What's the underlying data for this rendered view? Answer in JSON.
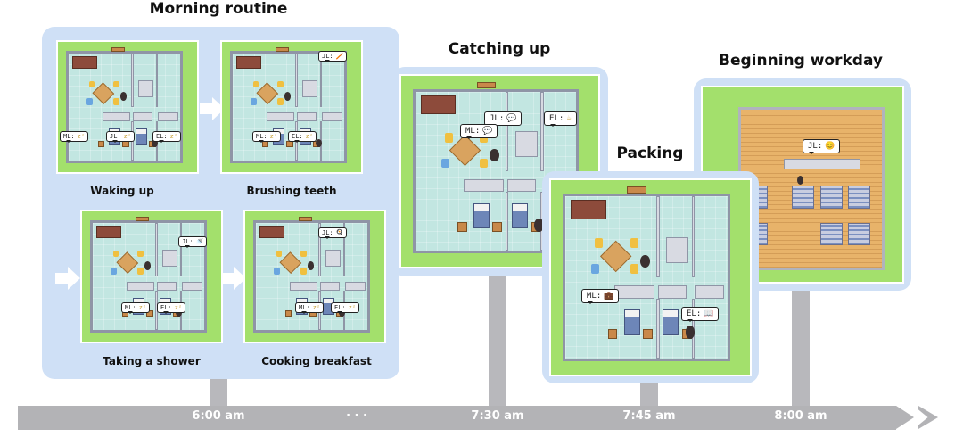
{
  "sections": {
    "morning": {
      "title": "Morning routine",
      "steps": [
        {
          "label": "Waking up",
          "bubbles": [
            {
              "who": "ML:",
              "icon": "zᶻ"
            },
            {
              "who": "JL:",
              "icon": "zᶻ"
            },
            {
              "who": "EL:",
              "icon": "zᶻ"
            }
          ]
        },
        {
          "label": "Brushing teeth",
          "bubbles": [
            {
              "who": "JL:",
              "icon": "🪥"
            },
            {
              "who": "ML:",
              "icon": "zᶻ"
            },
            {
              "who": "EL:",
              "icon": "zᶻ"
            }
          ]
        },
        {
          "label": "Taking a shower",
          "bubbles": [
            {
              "who": "JL:",
              "icon": "🚿"
            },
            {
              "who": "ML:",
              "icon": "zᶻ"
            },
            {
              "who": "EL:",
              "icon": "zᶻ"
            }
          ]
        },
        {
          "label": "Cooking breakfast",
          "bubbles": [
            {
              "who": "JL:",
              "icon": "🍳"
            },
            {
              "who": "ML:",
              "icon": "zᶻ"
            },
            {
              "who": "EL:",
              "icon": "zᶻ"
            }
          ]
        }
      ]
    },
    "catching_up": {
      "title": "Catching up",
      "bubbles": [
        {
          "who": "JL:",
          "icon": "💬"
        },
        {
          "who": "ML:",
          "icon": "💬"
        },
        {
          "who": "EL:",
          "icon": "☕"
        }
      ]
    },
    "packing": {
      "title": "Packing",
      "bubbles": [
        {
          "who": "ML:",
          "icon": "💼"
        },
        {
          "who": "EL:",
          "icon": "📖"
        }
      ]
    },
    "workday": {
      "title": "Beginning workday",
      "bubbles": [
        {
          "who": "JL:",
          "icon": "😊"
        }
      ]
    }
  },
  "timeline": {
    "labels": [
      "6:00 am",
      "· · ·",
      "7:30 am",
      "7:45 am",
      "8:00 am"
    ]
  }
}
